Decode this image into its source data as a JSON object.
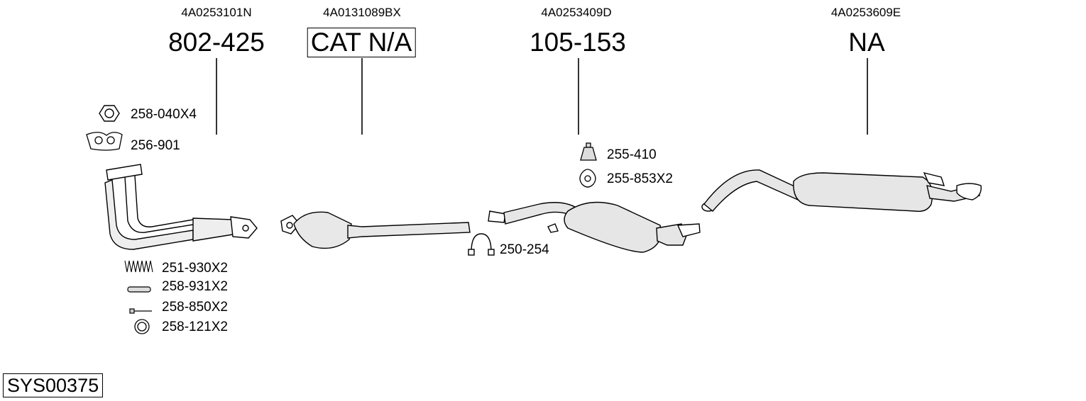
{
  "sections": [
    {
      "oem": "4A0253101N",
      "part": "802-425",
      "boxed": false
    },
    {
      "oem": "4A0131089BX",
      "part": "CAT N/A",
      "boxed": true
    },
    {
      "oem": "4A0253409D",
      "part": "105-153",
      "boxed": false
    },
    {
      "oem": "4A0253609E",
      "part": "NA",
      "boxed": false
    }
  ],
  "accessories": {
    "nut": "258-040X4",
    "gasket": "256-901",
    "spring": "251-930X2",
    "sleeve": "258-931X2",
    "bolt": "258-850X2",
    "ring": "258-121X2",
    "clamp": "250-254",
    "rubber_mount": "255-410",
    "hanger": "255-853X2"
  },
  "system_code": "SYS00375"
}
